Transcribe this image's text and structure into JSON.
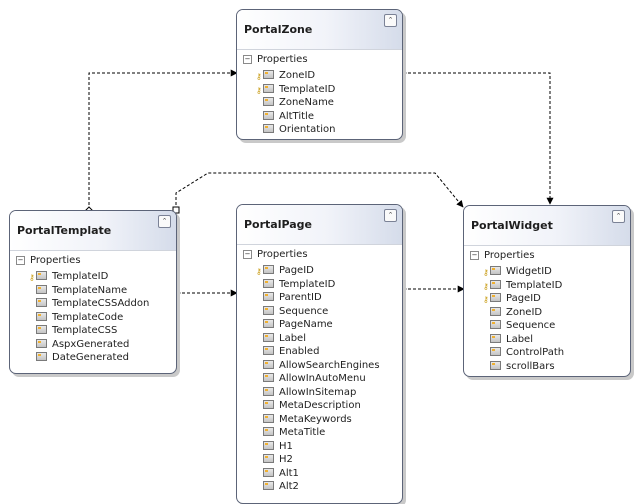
{
  "entities": {
    "portal_zone": {
      "title": "PortalZone",
      "section": "Properties",
      "properties": [
        {
          "name": "ZoneID",
          "key": true
        },
        {
          "name": "TemplateID",
          "key": true
        },
        {
          "name": "ZoneName",
          "key": false
        },
        {
          "name": "AltTitle",
          "key": false
        },
        {
          "name": "Orientation",
          "key": false
        }
      ]
    },
    "portal_template": {
      "title": "PortalTemplate",
      "section": "Properties",
      "properties": [
        {
          "name": "TemplateID",
          "key": true
        },
        {
          "name": "TemplateName",
          "key": false
        },
        {
          "name": "TemplateCSSAddon",
          "key": false
        },
        {
          "name": "TemplateCode",
          "key": false
        },
        {
          "name": "TemplateCSS",
          "key": false
        },
        {
          "name": "AspxGenerated",
          "key": false
        },
        {
          "name": "DateGenerated",
          "key": false
        }
      ]
    },
    "portal_page": {
      "title": "PortalPage",
      "section": "Properties",
      "properties": [
        {
          "name": "PageID",
          "key": true
        },
        {
          "name": "TemplateID",
          "key": false
        },
        {
          "name": "ParentID",
          "key": false
        },
        {
          "name": "Sequence",
          "key": false
        },
        {
          "name": "PageName",
          "key": false
        },
        {
          "name": "Label",
          "key": false
        },
        {
          "name": "Enabled",
          "key": false
        },
        {
          "name": "AllowSearchEngines",
          "key": false
        },
        {
          "name": "AllowInAutoMenu",
          "key": false
        },
        {
          "name": "AllowInSitemap",
          "key": false
        },
        {
          "name": "MetaDescription",
          "key": false
        },
        {
          "name": "MetaKeywords",
          "key": false
        },
        {
          "name": "MetaTitle",
          "key": false
        },
        {
          "name": "H1",
          "key": false
        },
        {
          "name": "H2",
          "key": false
        },
        {
          "name": "Alt1",
          "key": false
        },
        {
          "name": "Alt2",
          "key": false
        }
      ]
    },
    "portal_widget": {
      "title": "PortalWidget",
      "section": "Properties",
      "properties": [
        {
          "name": "WidgetID",
          "key": true
        },
        {
          "name": "TemplateID",
          "key": true
        },
        {
          "name": "PageID",
          "key": true
        },
        {
          "name": "ZoneID",
          "key": false
        },
        {
          "name": "Sequence",
          "key": false
        },
        {
          "name": "Label",
          "key": false
        },
        {
          "name": "ControlPath",
          "key": false
        },
        {
          "name": "scrollBars",
          "key": false
        }
      ]
    }
  },
  "icons": {
    "collapse": "double-chevron-up-icon",
    "key": "key-icon",
    "property": "property-icon",
    "section_toggle": "minus-icon"
  },
  "colors": {
    "entity_border": "#5c6478",
    "header_gradient_end": "#d5dcea",
    "connector": "#000000",
    "key_icon": "#c89b10"
  }
}
